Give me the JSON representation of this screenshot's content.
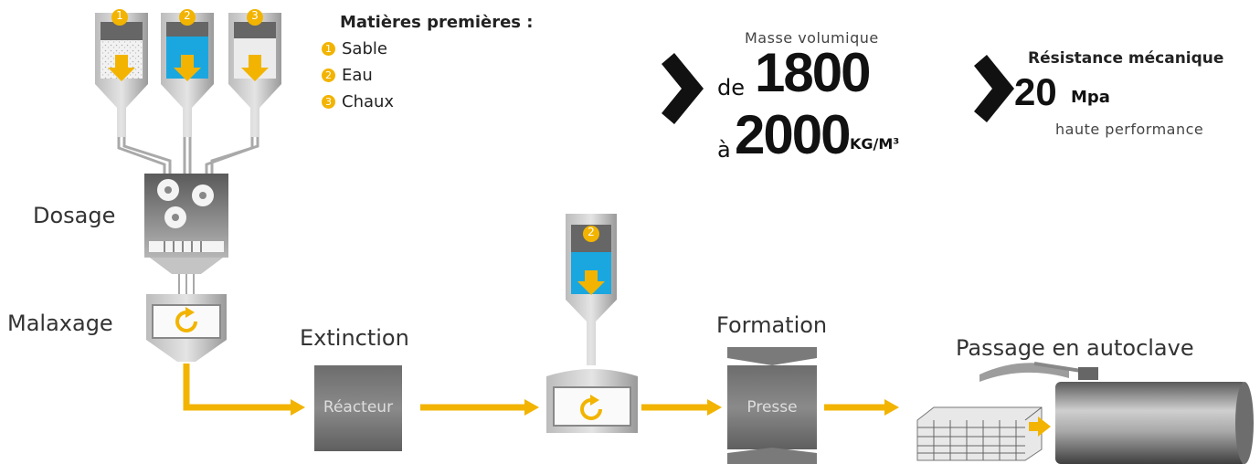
{
  "legend": {
    "title": "Matières premières :",
    "items": [
      {
        "number": "1",
        "label": "Sable"
      },
      {
        "number": "2",
        "label": "Eau"
      },
      {
        "number": "3",
        "label": "Chaux"
      }
    ]
  },
  "hoppers": [
    "1",
    "2",
    "3"
  ],
  "water_hopper_badge": "2",
  "stages": {
    "dosage": "Dosage",
    "malaxage": "Malaxage",
    "extinction": "Extinction",
    "formation": "Formation",
    "autoclave": "Passage en autoclave"
  },
  "boxes": {
    "reactor": "Réacteur",
    "press": "Presse"
  },
  "density": {
    "label": "Masse volumique",
    "from_prefix": "de",
    "from_value": "1800",
    "to_prefix": "à",
    "to_value": "2000",
    "unit": "KG/M³"
  },
  "strength": {
    "label": "Résistance mécanique",
    "value": "20",
    "unit": "Mpa",
    "note": "haute performance"
  },
  "colors": {
    "accent": "#f2b400",
    "water": "#1aa7e0",
    "steel": "#8f8f8f",
    "dark": "#111111"
  }
}
